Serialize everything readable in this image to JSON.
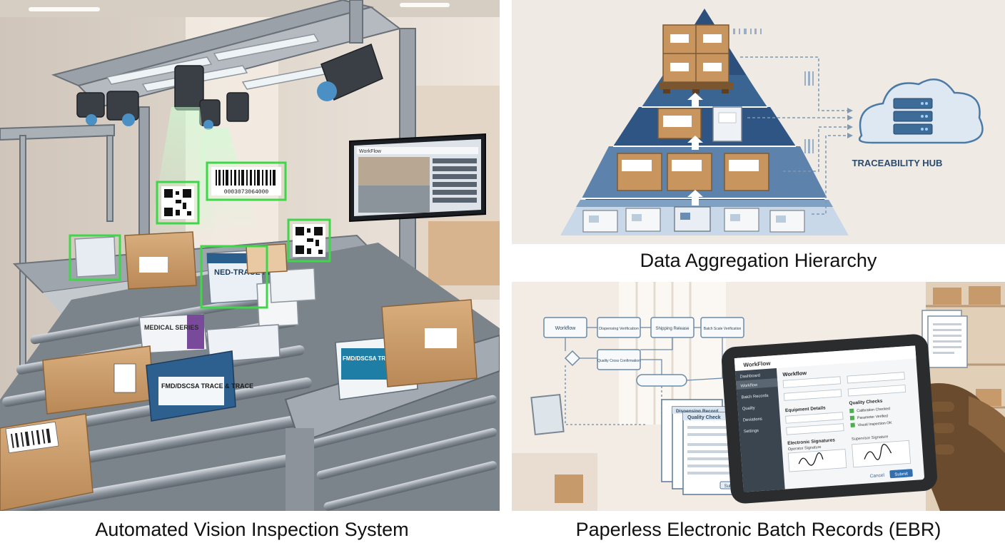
{
  "captions": {
    "left": "Automated Vision Inspection System",
    "top_right": "Data Aggregation Hierarchy",
    "bottom_right": "Paperless Electronic Batch Records (EBR)"
  },
  "vision_scene": {
    "barcode_number": "0003073064000",
    "box_labels": {
      "ned_trace": "NED-TRACE PRO",
      "medical": "MEDICAL SERIES",
      "fmd_front": "FMD/DSCSA TRACE & TRACE",
      "fmd_right": "FMD/DSCSA TRACE & TRACE"
    },
    "monitor_title": "WorkFlow"
  },
  "hierarchy_scene": {
    "hub_label": "TRACEABILITY HUB"
  },
  "ebr_scene": {
    "flow_nodes": [
      "Workflow",
      "Dispensing Verification",
      "Shipping Release",
      "Batch Scale Verification",
      "Quality Cross Confirmation"
    ],
    "paper_titles": [
      "Dispensing Record",
      "Quality Check"
    ],
    "paper_button": "Submit",
    "tablet": {
      "app_name": "WorkFlow",
      "menu": [
        "Dashboard",
        "Workflow",
        "Batch Records",
        "Quality",
        "Deviations",
        "Settings"
      ],
      "form_title": "Workflow",
      "section_equipment": "Equipment Details",
      "section_quality": "Quality Checks",
      "checks": [
        "Calibration Checked",
        "Parameter Verified",
        "Visual Inspection OK"
      ],
      "section_signatures": "Electronic Signatures",
      "operator_signature": "Operator Signature",
      "supervisor_signature": "Supervisor Signature",
      "cancel_label": "Cancel",
      "submit_label": "Submit"
    }
  }
}
